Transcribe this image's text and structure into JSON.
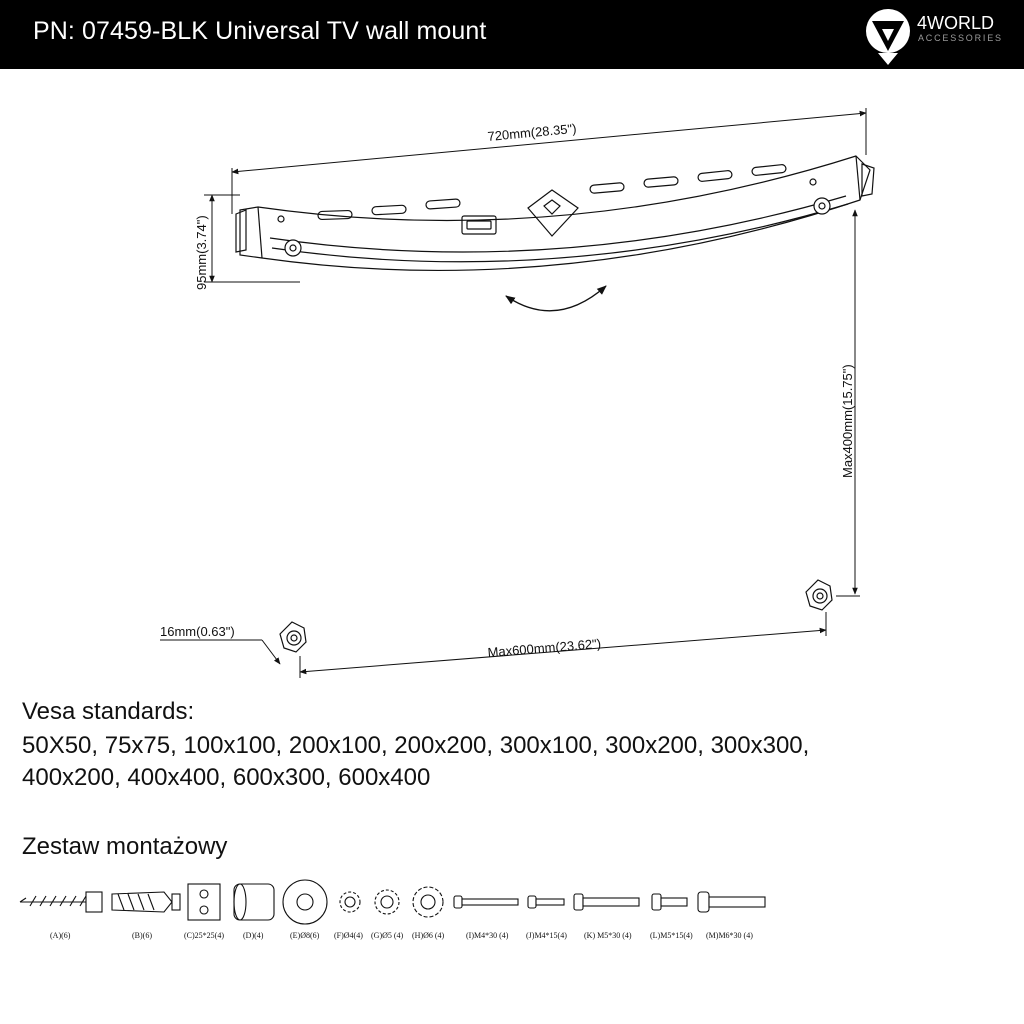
{
  "header": {
    "title": "PN: 07459-BLK Universal TV wall mount",
    "brand_name": "4WORLD",
    "brand_sub": "ACCESSORIES"
  },
  "dimensions": {
    "width": "720mm(28.35\")",
    "height": "95mm(3.74\")",
    "max_vertical": "Max400mm(15.75\")",
    "max_horizontal": "Max600mm(23.62\")",
    "depth": "16mm(0.63\")"
  },
  "vesa": {
    "title": "Vesa standards:",
    "line1": "50X50, 75x75, 100x100, 200x100, 200x200, 300x100, 300x200, 300x300,",
    "line2": "400x200, 400x400, 600x300, 600x400"
  },
  "kit": {
    "title": "Zestaw montażowy",
    "items": [
      {
        "label": "(A)(6)",
        "icon": "lag-screw-icon"
      },
      {
        "label": "(B)(6)",
        "icon": "wall-anchor-icon"
      },
      {
        "label": "(C)25*25(4)",
        "icon": "square-spacer-icon"
      },
      {
        "label": "(D)(4)",
        "icon": "cylinder-spacer-icon"
      },
      {
        "label": "(E)Ø8(6)",
        "icon": "washer-icon"
      },
      {
        "label": "(F)Ø4(4)",
        "icon": "lock-washer-small-icon"
      },
      {
        "label": "(G)Ø5 (4)",
        "icon": "lock-washer-medium-icon"
      },
      {
        "label": "(H)Ø6 (4)",
        "icon": "lock-washer-large-icon"
      },
      {
        "label": "(I)M4*30 (4)",
        "icon": "bolt-m4-30-icon"
      },
      {
        "label": "(J)M4*15(4)",
        "icon": "bolt-m4-15-icon"
      },
      {
        "label": "(K) M5*30  (4)",
        "icon": "bolt-m5-30-icon"
      },
      {
        "label": "(L)M5*15(4)",
        "icon": "bolt-m5-15-icon"
      },
      {
        "label": "(M)M6*30 (4)",
        "icon": "bolt-m6-30-icon"
      }
    ]
  }
}
